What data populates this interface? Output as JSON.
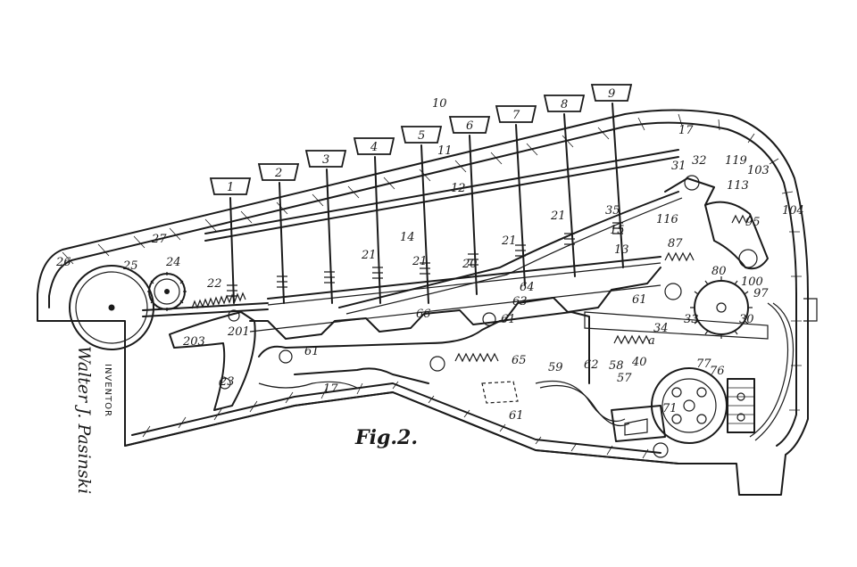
{
  "figure_title": "Fig.2.",
  "inventor": {
    "heading": "INVENTOR",
    "name": "Walter J. Pasinski"
  },
  "key_labels": [
    "1",
    "2",
    "3",
    "4",
    "5",
    "6",
    "7",
    "8",
    "9"
  ],
  "reference_labels": [
    "10",
    "11",
    "12",
    "17",
    "31",
    "32",
    "119",
    "103",
    "113",
    "104",
    "95",
    "116",
    "21",
    "35",
    "15",
    "14",
    "21",
    "21",
    "20",
    "13",
    "87",
    "21",
    "80",
    "100",
    "97",
    "27",
    "26",
    "25",
    "24",
    "22",
    "201",
    "203",
    "23",
    "61",
    "66",
    "61",
    "64",
    "63",
    "61",
    "33",
    "30",
    "34",
    "65",
    "59",
    "62",
    "58",
    "40",
    "57",
    "77",
    "76",
    "71",
    "61",
    "17",
    "a"
  ]
}
